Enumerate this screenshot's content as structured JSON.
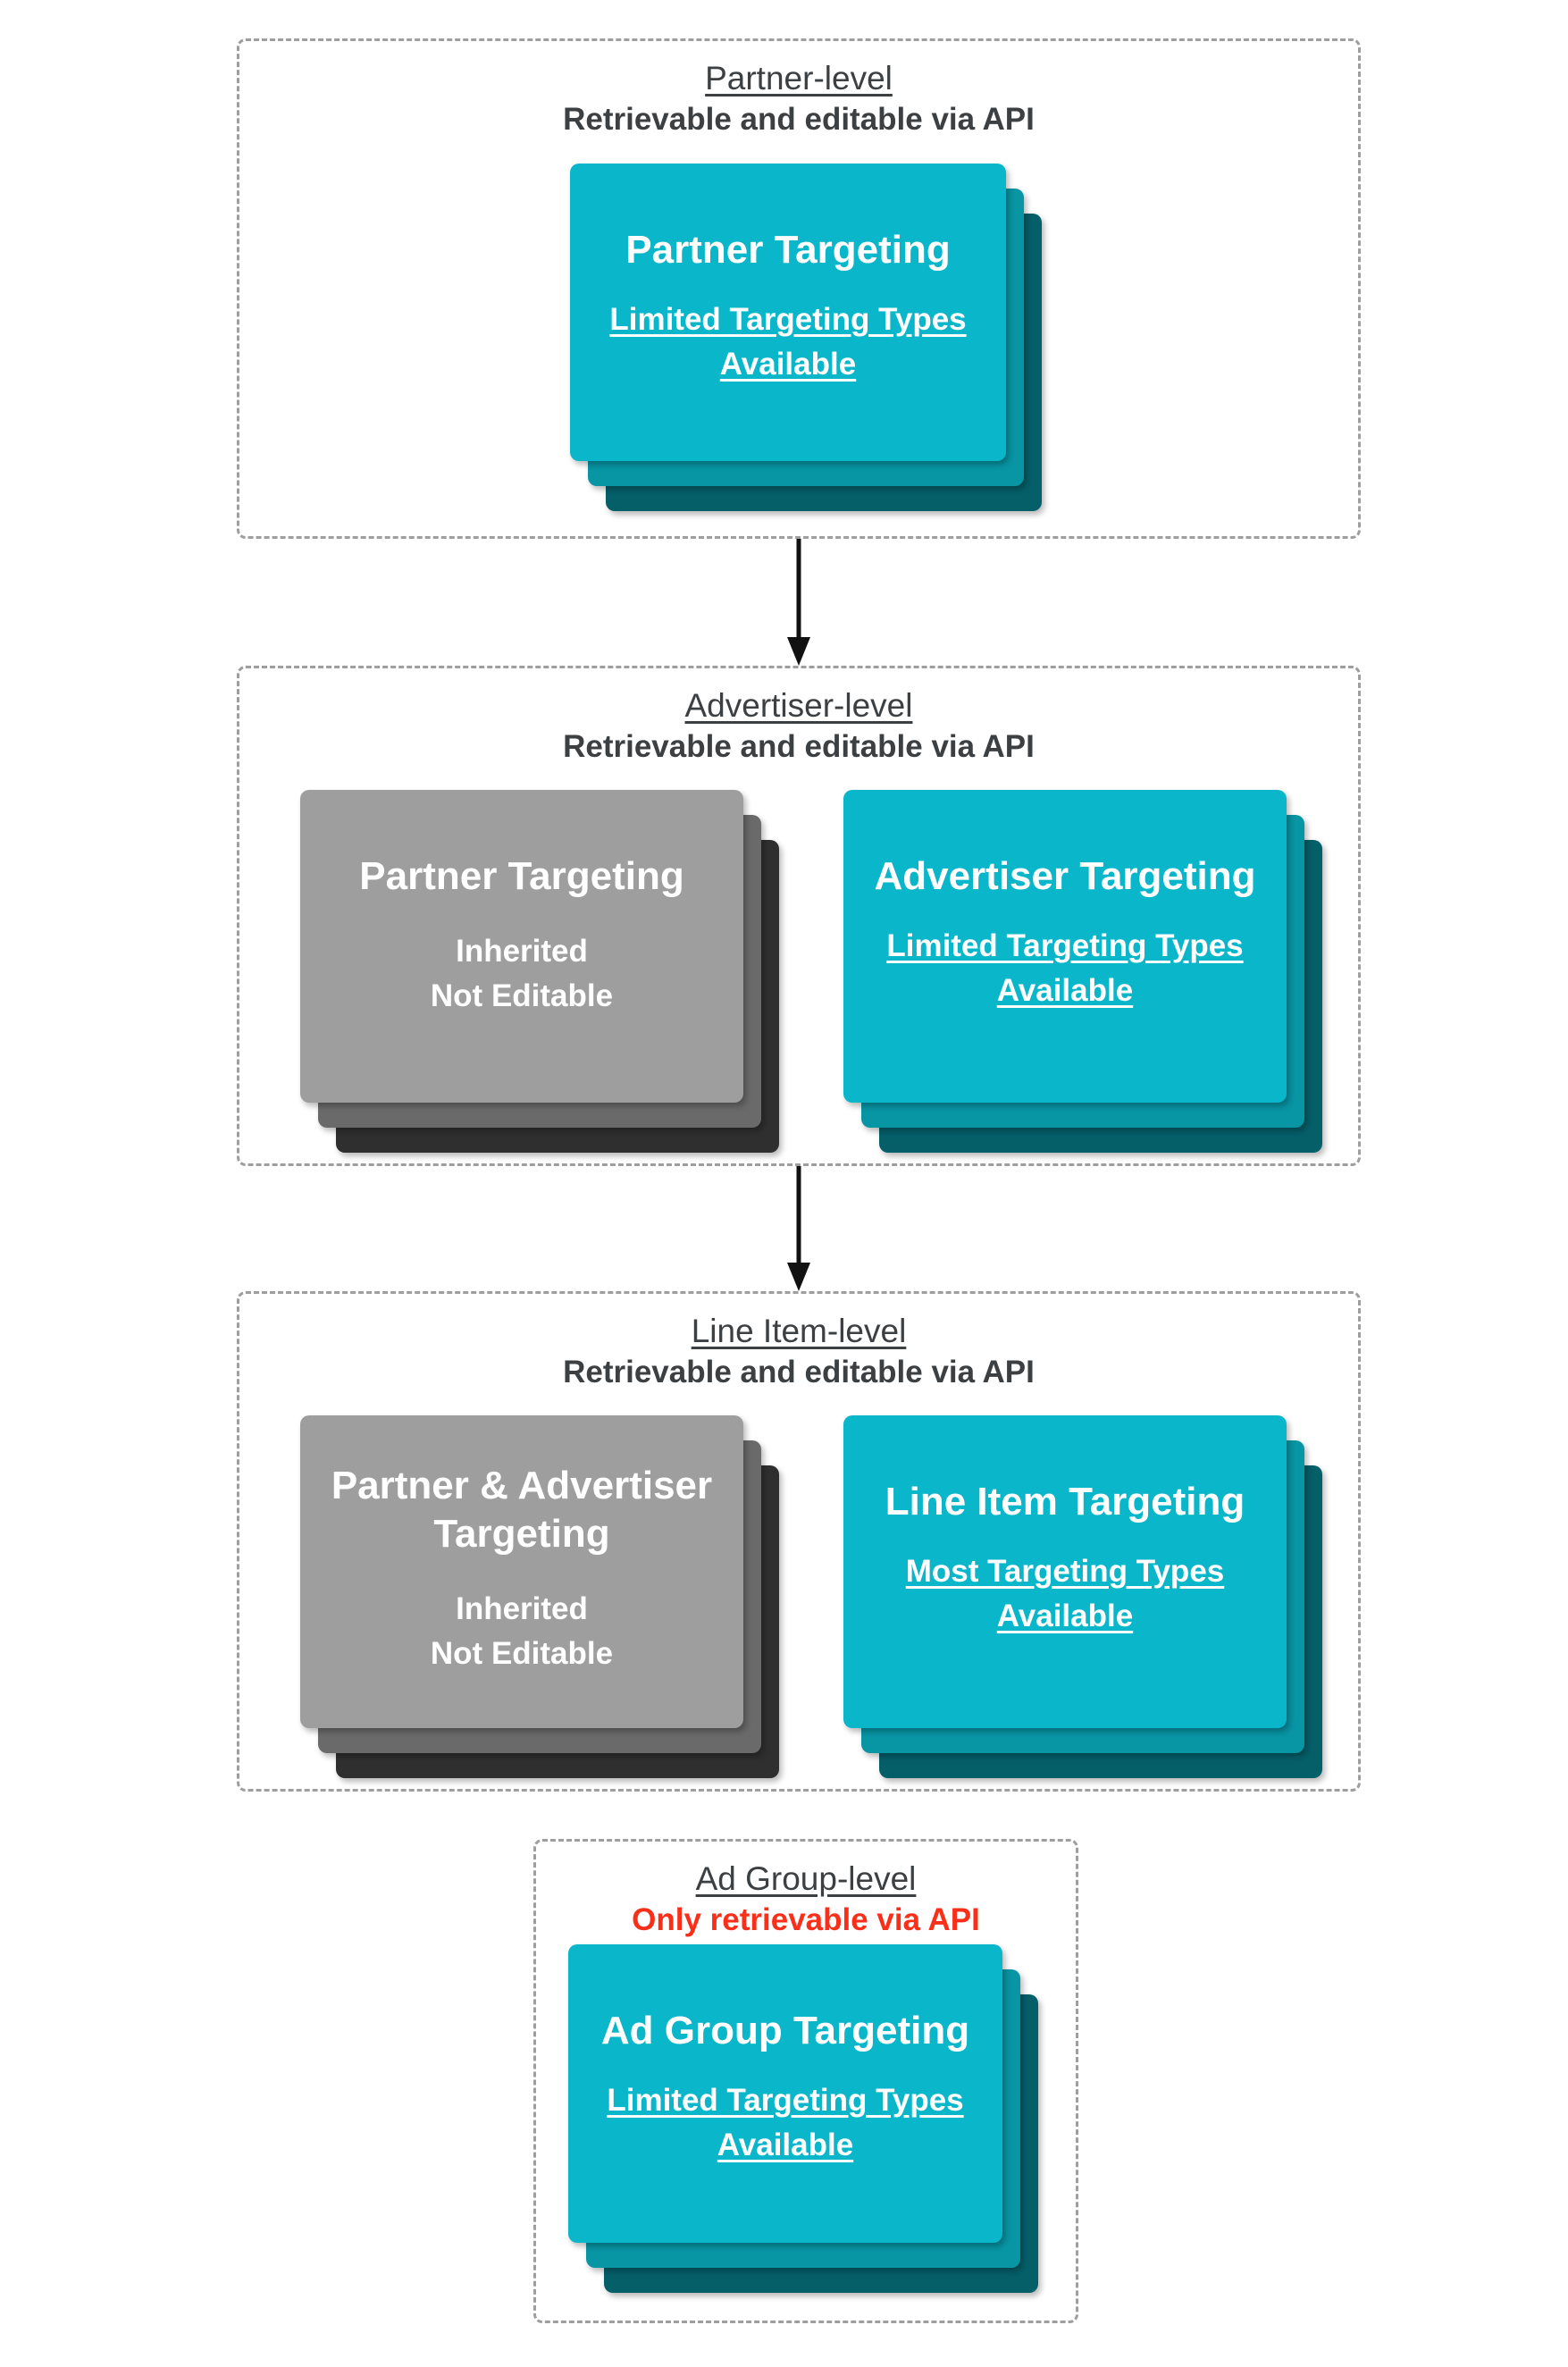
{
  "canvas": {
    "background": "#ffffff"
  },
  "colors": {
    "header_text": "#3c4043",
    "alert_red": "#fa2f1a",
    "dashed_border": "#9e9e9e",
    "arrow_black": "#111111",
    "teal_card_front": "#0ab6c9",
    "teal_card_middle": "#0895a4",
    "teal_card_back": "#055f69",
    "gray_card_front": "#9e9e9e",
    "gray_card_middle": "#6a6a6a",
    "gray_card_back": "#2f2f2f",
    "card_text": "#ffffff"
  },
  "sections": [
    {
      "title": "Partner-level",
      "subtitle": "Retrievable and editable via API",
      "cards": [
        {
          "variant": "teal",
          "title_lines": [
            "Partner Targeting"
          ],
          "body_lines": [
            "Limited Targeting Types",
            "Available"
          ],
          "body_underlined": true
        }
      ]
    },
    {
      "title": "Advertiser-level",
      "subtitle": "Retrievable and editable via API",
      "cards": [
        {
          "variant": "gray",
          "title_lines": [
            "Partner Targeting"
          ],
          "body_lines": [
            "Inherited",
            "Not Editable"
          ],
          "body_underlined": false
        },
        {
          "variant": "teal",
          "title_lines": [
            "Advertiser Targeting"
          ],
          "body_lines": [
            "Limited Targeting Types",
            "Available"
          ],
          "body_underlined": true
        }
      ]
    },
    {
      "title": "Line Item-level",
      "subtitle": "Retrievable and editable via API",
      "cards": [
        {
          "variant": "gray",
          "title_lines": [
            "Partner & Advertiser",
            "Targeting"
          ],
          "body_lines": [
            "Inherited",
            "Not Editable"
          ],
          "body_underlined": false
        },
        {
          "variant": "teal",
          "title_lines": [
            "Line Item Targeting"
          ],
          "body_lines": [
            "Most Targeting Types",
            "Available"
          ],
          "body_underlined": true
        }
      ]
    },
    {
      "title": "Ad Group-level",
      "subtitle": "Only retrievable via API",
      "cards": [
        {
          "variant": "teal",
          "title_lines": [
            "Ad Group Targeting"
          ],
          "body_lines": [
            "Limited Targeting Types",
            "Available"
          ],
          "body_underlined": true
        }
      ]
    }
  ]
}
